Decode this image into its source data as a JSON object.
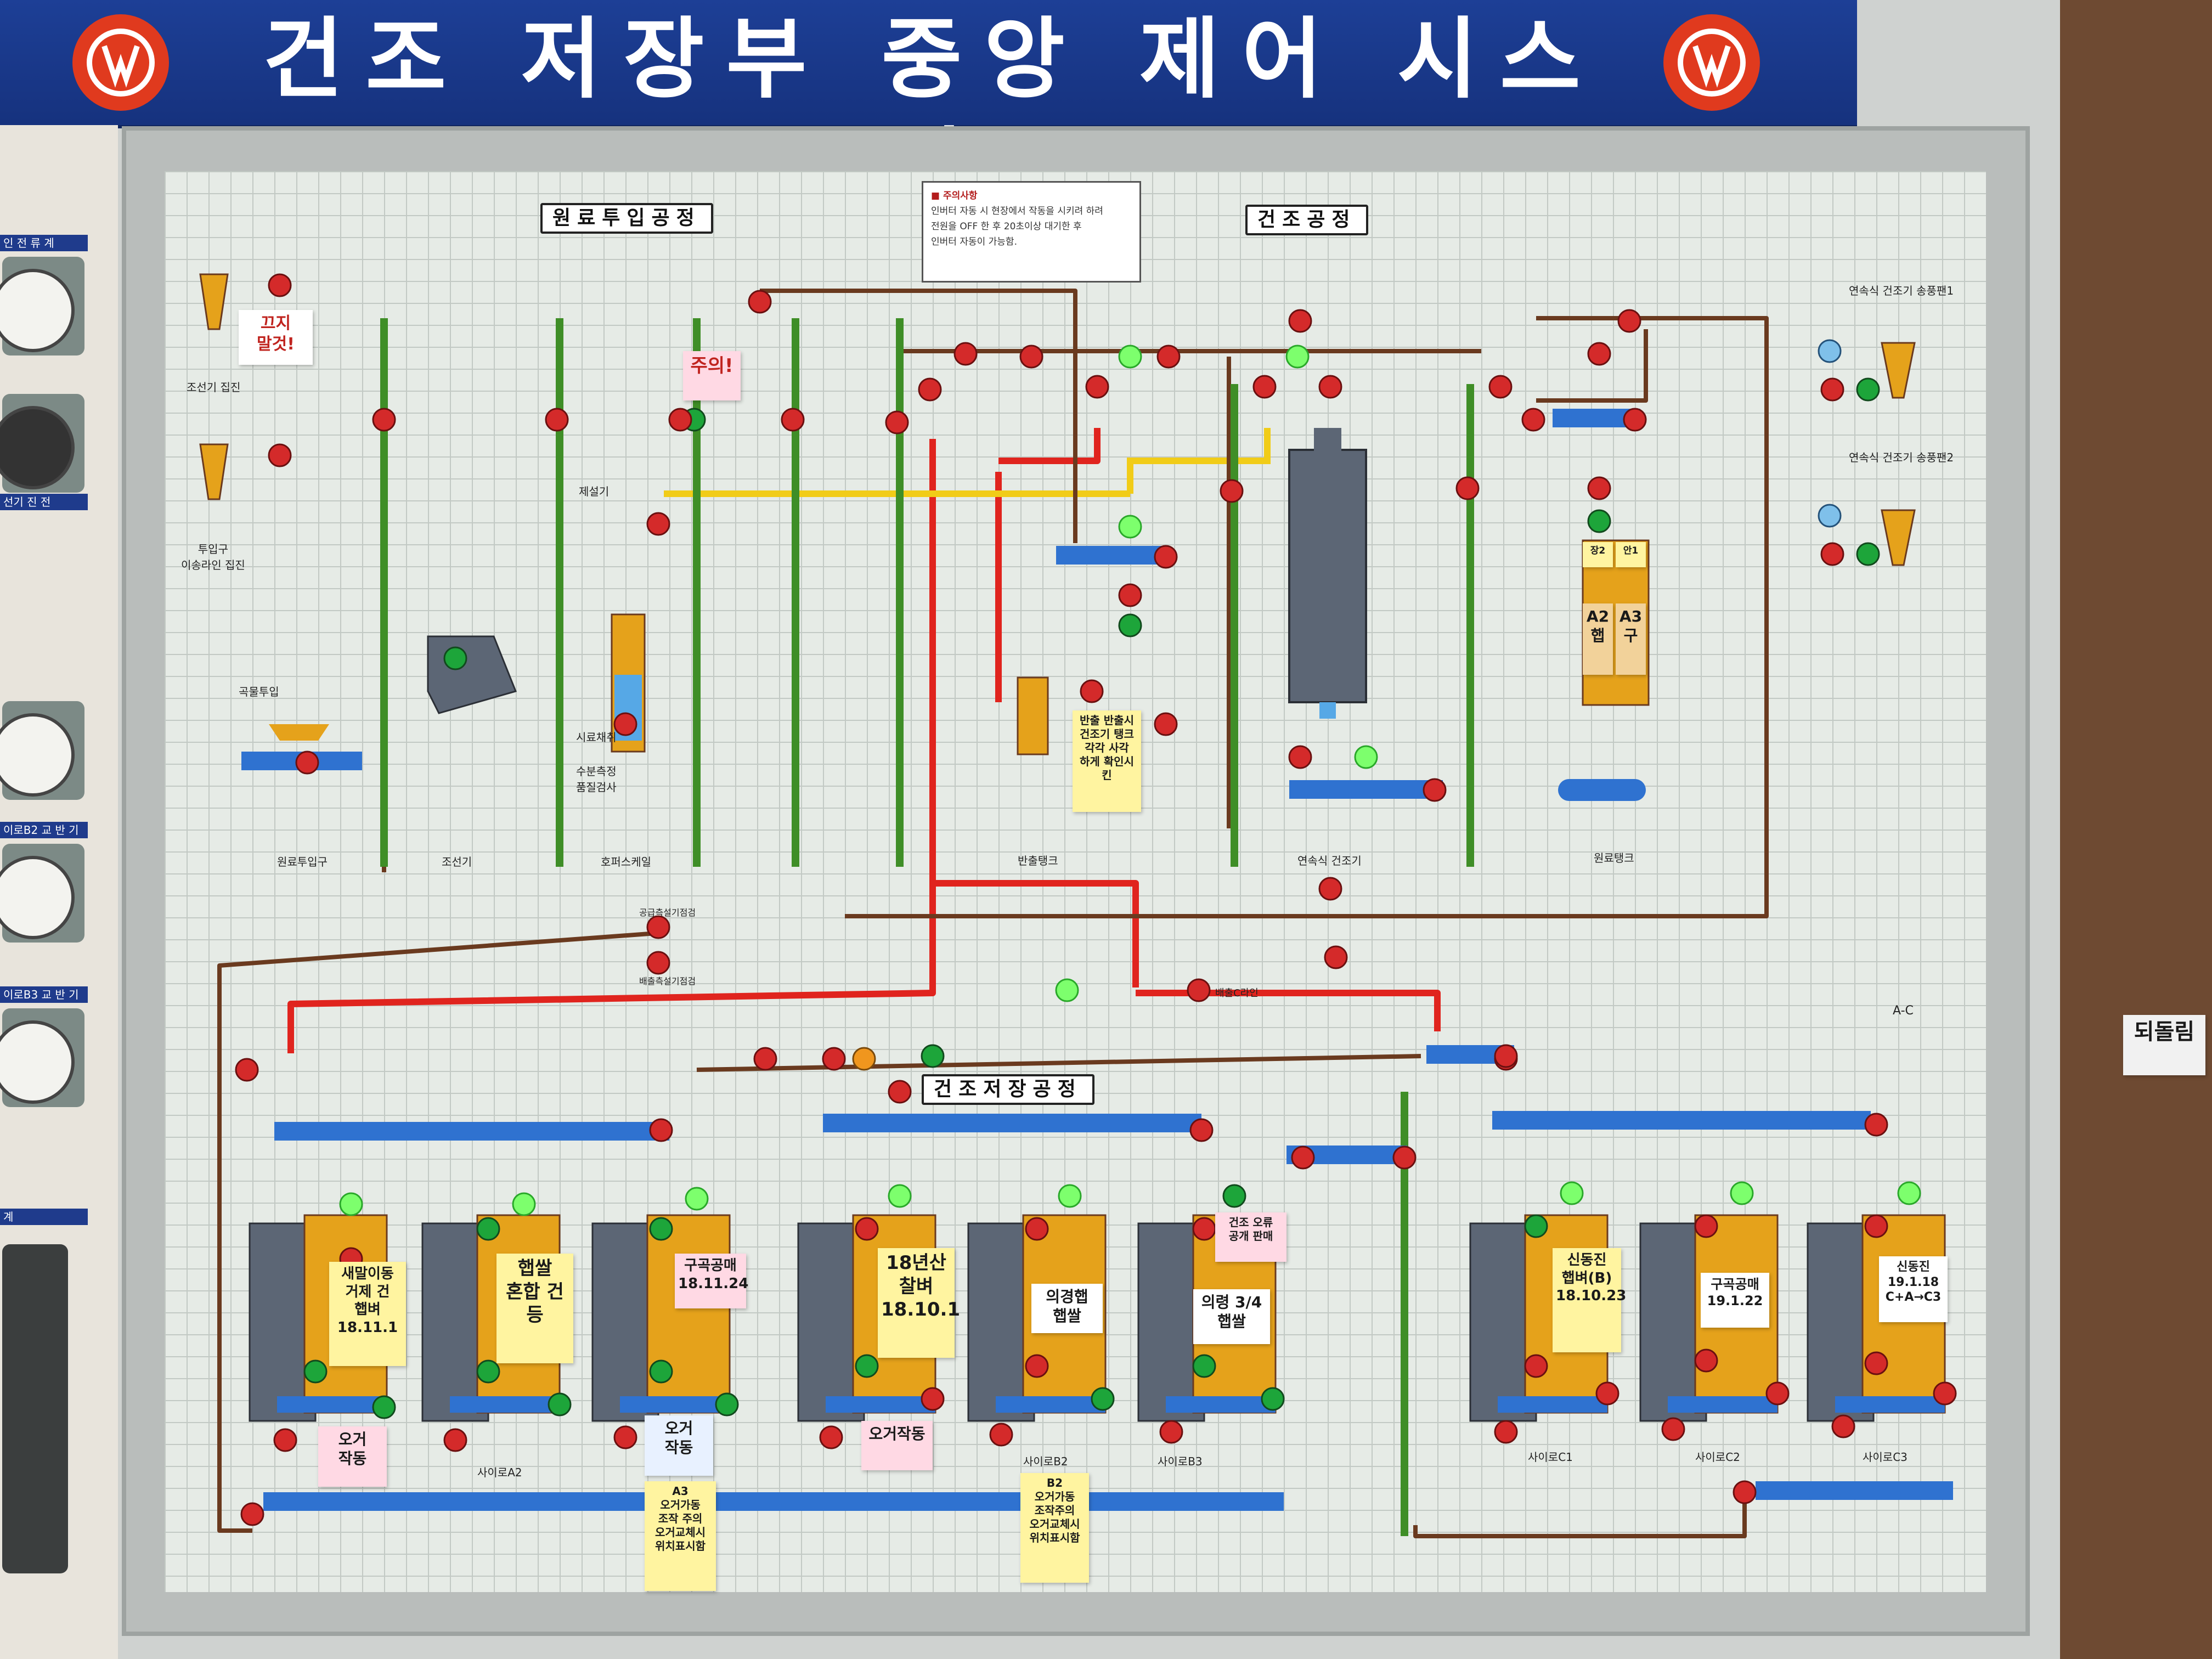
{
  "banner": {
    "title": "건조 저장부 중앙 제어 시스템",
    "logo_icon": "company-gear-logo"
  },
  "left_panel": {
    "gauge_labels": [
      "인 전 류 계",
      "선기 진 전",
      "이로B2 교 반 기",
      "이로B3 교 반 기",
      "계"
    ]
  },
  "sections": {
    "intake": "원료투입공정",
    "drying": "건조공정",
    "storage": "건조저장공정"
  },
  "notice": {
    "title": "■ 주의사항",
    "lines": [
      "인버터 자동 시 현장에서 작동을 시키려 하려",
      "전원을 OFF 한 후 20초이상 대기한 후",
      "인버터 자동이 가능함."
    ]
  },
  "labels": {
    "dust_collector": "조선기 집진",
    "hopper_lift": "투입구\n이송라인 집진",
    "grain_input": "곡물투입",
    "intake_hopper": "원료투입구",
    "pre_cleaner": "조선기",
    "destoner": "제설기",
    "hopper_scale": "호퍼스케일",
    "sample": "시료채취",
    "moisture": "수분측정\n품질검사",
    "ship_tank": "반출탱크",
    "continuous_dryer": "연속식 건조기",
    "raw_tank": "원료탱크",
    "dryer_transfer_1": "연속식 건조기 송풍팬1",
    "dryer_transfer_2": "연속식 건조기 송풍팬2",
    "external_in": "공급측설기점검",
    "external_out": "배출측설기점검",
    "discharge_line": "배출C라인",
    "silo_a2": "사이로A2",
    "silo_b2": "사이로B2",
    "silo_b3": "사이로B3",
    "silo_c1": "사이로C1",
    "silo_c2": "사이로C2",
    "silo_c3": "사이로C3"
  },
  "notes": {
    "dust_warn": "끄지\n말것!",
    "caution": "주의!",
    "ship_info": "반출 반출시\n건조기 탱크\n각각 사각\n하게 확인시킨",
    "tank_a2": "A2\n햅",
    "tank_a3": "A3\n구",
    "tank_side_1": "장2",
    "tank_side_2": "안1",
    "a1_note": "새말이동\n거제 건\n햅벼\n18.11.1",
    "a2_note": "햅쌀\n혼합 건\n등",
    "a3_note": "구곡공매\n18.11.24",
    "b1_note": "18년산\n찰벼\n18.10.1",
    "b2_note": "의경햅\n햅쌀",
    "b3_note": "의령 3/4\n햅쌀",
    "b3_note_top": "건조 오류\n공개 판매",
    "c1_note": "신동진\n햅벼(B)\n18.10.23",
    "c2_note": "구곡공매\n19.1.22",
    "c3_note": "신동진\n19.1.18\nC+A→C3",
    "mixing_a1": "오거\n작동",
    "mixing_a3": "오거\n작동",
    "mixing_b1": "오거작동",
    "a3_bottom": "A3\n오거가동\n조작 주의\n오거교체시\n위치표시함",
    "b2_bottom": "B2\n오거가동\n조작주의\n오거교체시\n위치표시함",
    "turn_on": "되돌림",
    "right_legend": "A-C"
  },
  "colors": {
    "banner_blue": "#1d3f96",
    "board_bg": "#e6ebe6",
    "pipe_green": "#3f8e27",
    "pipe_brown": "#6a3a1f",
    "pipe_red": "#e0241e",
    "pipe_yellow": "#f1cc18",
    "conveyor_blue": "#2f72d0",
    "silo_grey": "#5c6675",
    "silo_orange": "#e5a21b",
    "lamp_red": "#d42a2a",
    "lamp_green": "#1da53a"
  },
  "icons": {
    "indicator_lamp": "indicator-lamp-icon",
    "valve": "valve-icon",
    "cyclone": "cyclone-icon",
    "elevator": "bucket-elevator-icon",
    "silo": "silo-icon",
    "dryer": "dryer-tower-icon"
  }
}
